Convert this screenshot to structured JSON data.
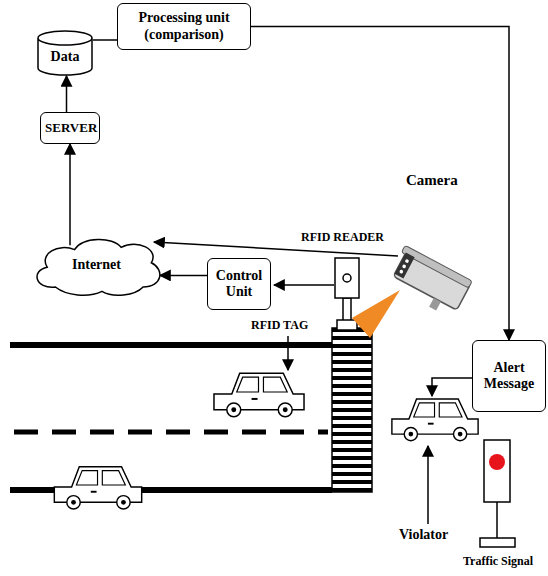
{
  "diagram": {
    "nodes": [
      {
        "text": [
          "Data"
        ]
      },
      {
        "text": [
          "Processing unit (comparison)"
        ]
      },
      {
        "text": [
          "SERVER"
        ]
      },
      {
        "text": [
          "Internet"
        ]
      },
      {
        "text": [
          "Control Unit"
        ]
      },
      {
        "text": [
          "Alert Message"
        ]
      }
    ],
    "edges": [
      {
        "from": 0,
        "to": 1,
        "arrow": "none"
      },
      {
        "from": 2,
        "to": 0,
        "arrow": "to"
      },
      {
        "from": 3,
        "to": 2,
        "arrow": "to"
      },
      {
        "from": 4,
        "to": 3,
        "arrow": "to"
      },
      {
        "from": 1,
        "to": 5,
        "arrow": "to"
      }
    ],
    "labels": [
      "Camera",
      "RFID READER",
      "RFID TAG",
      "Violator",
      "Traffic Signal"
    ]
  }
}
